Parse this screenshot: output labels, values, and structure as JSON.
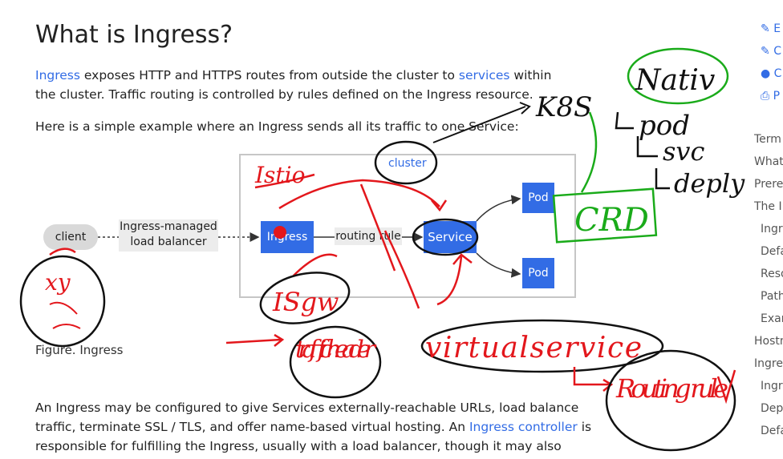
{
  "page": {
    "title": "What is Ingress?",
    "intro": {
      "link1": "Ingress",
      "text1": " exposes HTTP and HTTPS routes from outside the cluster to ",
      "link2": "services",
      "text2": " within the cluster. Traffic routing is controlled by rules defined on the Ingress resource."
    },
    "example_text": "Here is a simple example where an Ingress sends all its traffic to one Service:",
    "caption": "Figure. Ingress",
    "body": {
      "text1": "An Ingress may be configured to give Services externally-reachable URLs, load balance traffic, terminate SSL / TLS, and offer name-based virtual hosting. An ",
      "link": "Ingress controller",
      "text2": " is responsible for fulfilling the Ingress, usually with a load balancer, though it may also"
    }
  },
  "diagram": {
    "cluster_label": "cluster",
    "client": "client",
    "load_balancer_line1": "Ingress-managed",
    "load_balancer_line2": "load balancer",
    "ingress": "Ingress",
    "routing_rule": "routing rule",
    "service": "Service",
    "pod1": "Pod",
    "pod2": "Pod"
  },
  "right_rail": {
    "icons": [
      {
        "name": "edit-icon",
        "label": "E"
      },
      {
        "name": "edit-icon-2",
        "label": "C"
      },
      {
        "name": "github-icon",
        "label": "C"
      },
      {
        "name": "print-icon",
        "label": "P"
      }
    ],
    "toc": [
      {
        "label": "Term",
        "indent": false
      },
      {
        "label": "What",
        "indent": false
      },
      {
        "label": "Prere",
        "indent": false
      },
      {
        "label": "The I",
        "indent": false
      },
      {
        "label": "Ingr",
        "indent": true
      },
      {
        "label": "Defa",
        "indent": true
      },
      {
        "label": "Reso",
        "indent": true
      },
      {
        "label": "Path",
        "indent": true
      },
      {
        "label": "Exar",
        "indent": true
      },
      {
        "label": "Hostn",
        "indent": false
      },
      {
        "label": "Ingre",
        "indent": false
      },
      {
        "label": "Ingr",
        "indent": true
      },
      {
        "label": "Dep",
        "indent": true
      },
      {
        "label": "Defa",
        "indent": true
      }
    ]
  },
  "annotations": {
    "k8s": "K8S",
    "native": "Nativ",
    "pod": "pod",
    "svc": "svc",
    "deploy": "deply",
    "crd": "CRD",
    "istio": "Istio",
    "isgw": "ISgw",
    "traffic_header": "traffic header",
    "virtual_service": "virtualservice",
    "routing_rule": "Routing rule",
    "xy": "xy",
    "accent_red": "#e3171c",
    "accent_green": "#1aab1a",
    "accent_black": "#111111"
  }
}
